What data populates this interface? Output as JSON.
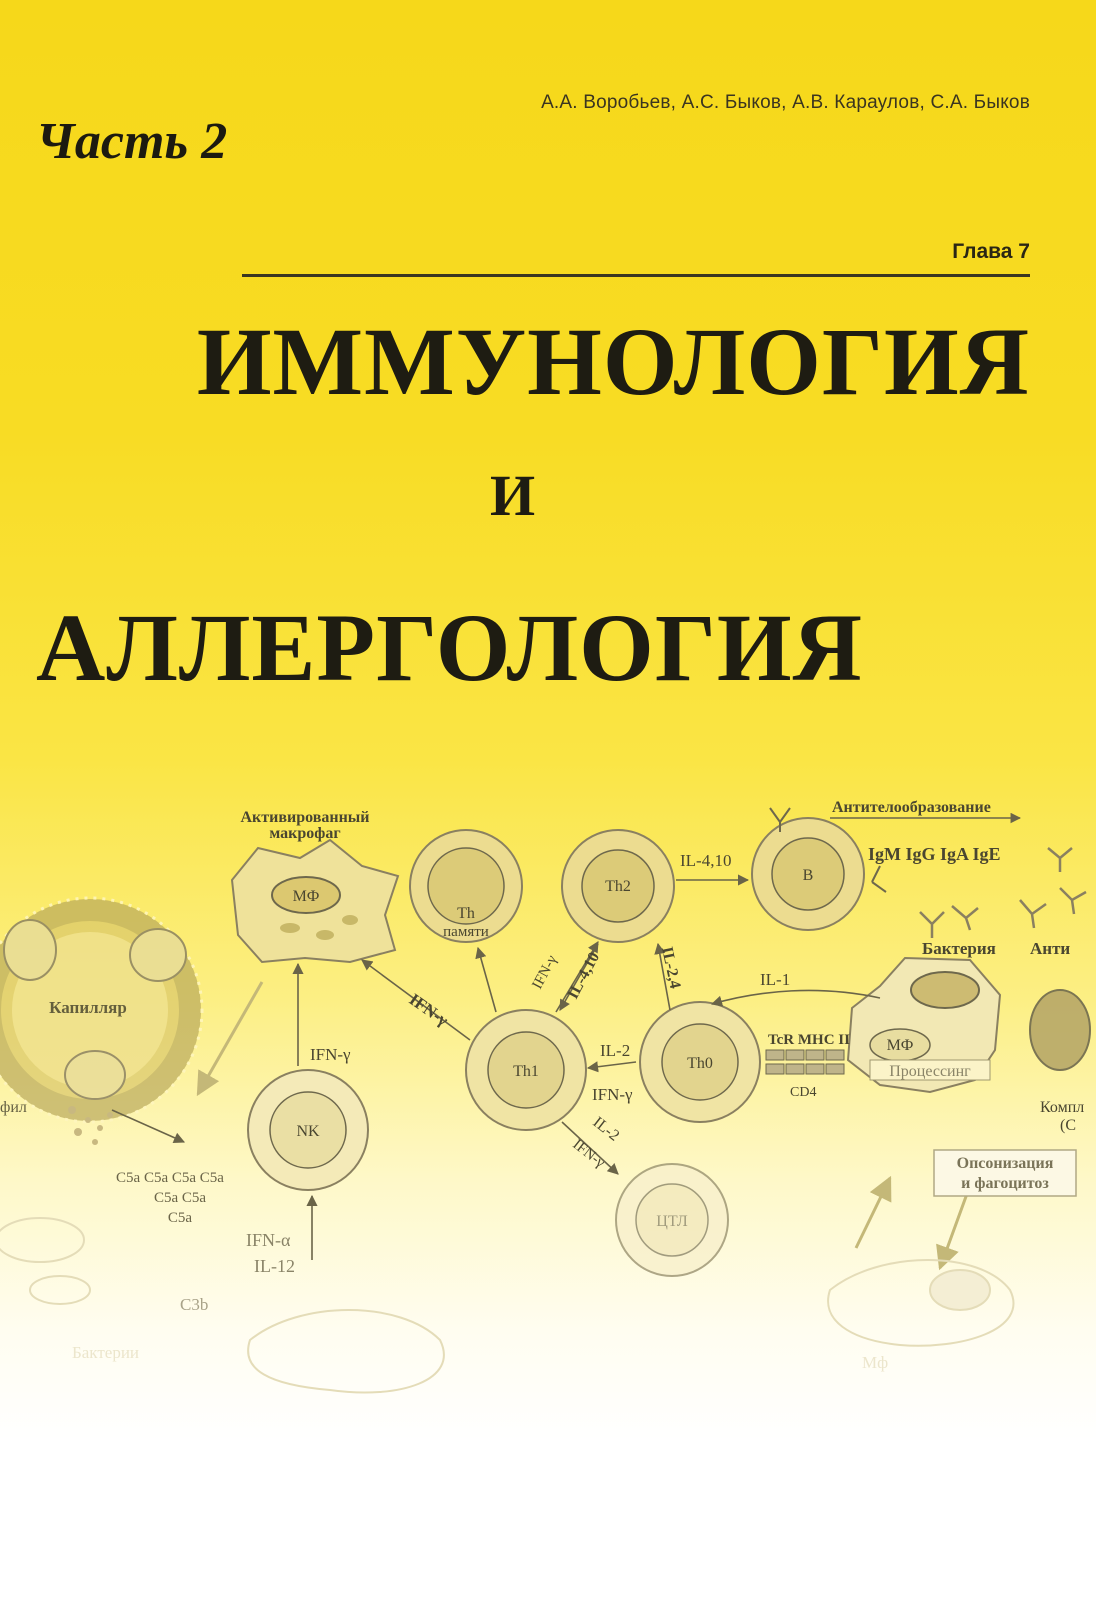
{
  "cover": {
    "part": "Часть 2",
    "authors": "А.А. Воробьев, А.С. Быков, А.В. Караулов, С.А. Быков",
    "chapter": "Глава 7",
    "title_line1": "ИММУНОЛОГИЯ",
    "title_line2": "И",
    "title_line3": "АЛЛЕРГОЛОГИЯ"
  },
  "diagram": {
    "cells": {
      "activated_macrophage": "Активированный макрофаг",
      "macrophage_short": "МФ",
      "memory_th_line1": "Th",
      "memory_th_line2": "памяти",
      "th2": "Th2",
      "b_cell": "В",
      "th1": "Th1",
      "th0": "Th0",
      "nk": "NK",
      "ctl": "ЦТЛ",
      "capillary": "Капилляр",
      "neutrophil_fragment": "фил",
      "bacterium": "Бактерия",
      "bacterium_faded": "Бактерии",
      "mf_faded": "Мф"
    },
    "labels": {
      "antibody_formation": "Антителообразование",
      "immunoglobulins": "IgM IgG IgA IgE",
      "il_4_10_top": "IL-4,10",
      "il_4_10_diag": "IL-4,10",
      "il_1": "IL-1",
      "il_2_4": "IL-2,4",
      "il_2_mid": "IL-2",
      "ifn_g_mid": "IFN-γ",
      "ifn_g_left": "IFN-γ",
      "ifn_g_mf": "IFN-γ",
      "ifn_g_th2": "IFN-γ",
      "il_2_ctl": "IL-2",
      "ifn_g_ctl": "IFN-γ",
      "tcr_mhc": "TcR MHC II",
      "cd4": "CD4",
      "processing": "Процессинг",
      "opsonization_line1": "Опсонизация",
      "opsonization_line2": "и фагоцитоз",
      "complement_fragment_1": "Компл",
      "complement_fragment_2": "(С",
      "anti_fragment": "Анти",
      "c5a_row1": "С5а С5а С5а С5а",
      "c5a_row2": "С5а С5а",
      "c5a_row3": "С5а",
      "ifn_a": "IFN-α",
      "il_12": "IL-12",
      "c3b": "С3b"
    }
  }
}
